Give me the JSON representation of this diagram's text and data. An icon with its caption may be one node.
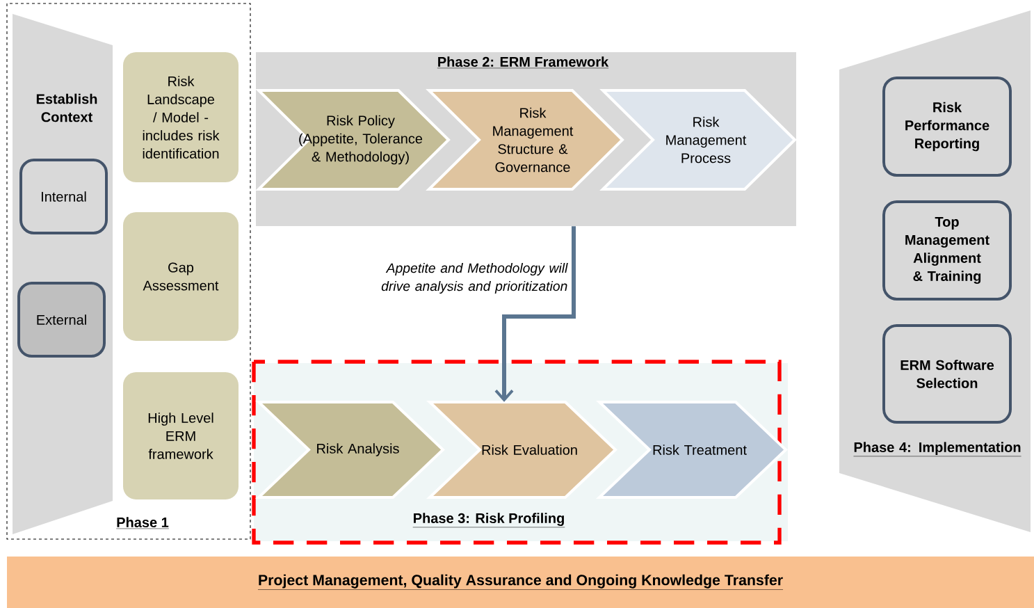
{
  "diagram": {
    "nodes": [
      {
        "text": [
          "Phase 1"
        ]
      },
      {
        "text": [
          "Establish Context"
        ],
        "in": 0
      },
      {
        "text": [
          "Internal"
        ],
        "in": 1
      },
      {
        "text": [
          "External"
        ],
        "in": 1
      },
      {
        "text": [
          "Risk Landscape / Model - includes risk identification"
        ],
        "in": 0
      },
      {
        "text": [
          "Gap Assessment"
        ],
        "in": 0
      },
      {
        "text": [
          "High Level ERM framework"
        ],
        "in": 0
      },
      {
        "text": [
          "Phase 2: ERM Framework"
        ]
      },
      {
        "text": [
          "Risk Policy (Appetite, Tolerance & Methodology)"
        ],
        "in": 7
      },
      {
        "text": [
          "Risk Management Structure & Governance"
        ],
        "in": 7
      },
      {
        "text": [
          "Risk Management Process"
        ],
        "in": 7
      },
      {
        "text": [
          "Phase 3: Risk Profiling"
        ]
      },
      {
        "text": [
          "Risk Analysis"
        ],
        "in": 11
      },
      {
        "text": [
          "Risk Evaluation"
        ],
        "in": 11
      },
      {
        "text": [
          "Risk Treatment"
        ],
        "in": 11
      },
      {
        "text": [
          "Phase 4: Implementation"
        ]
      },
      {
        "text": [
          "Risk Performance Reporting"
        ],
        "in": 15
      },
      {
        "text": [
          "Top Management Alignment & Training"
        ],
        "in": 15
      },
      {
        "text": [
          "ERM Software Selection"
        ],
        "in": 15
      },
      {
        "text": [
          "Project Management, Quality Assurance and Ongoing Knowledge Transfer"
        ]
      }
    ],
    "edges": [
      {
        "from": 7,
        "to": 13,
        "arrow": "to",
        "label": "Appetite and Methodology will drive analysis and prioritization"
      }
    ]
  }
}
